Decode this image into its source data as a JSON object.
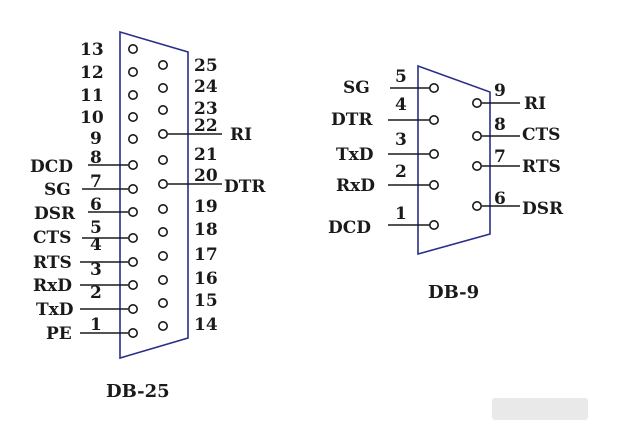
{
  "db25": {
    "caption": "DB-25",
    "top_row": [
      {
        "pin": "13",
        "signal": ""
      },
      {
        "pin": "12",
        "signal": ""
      },
      {
        "pin": "11",
        "signal": ""
      },
      {
        "pin": "10",
        "signal": ""
      },
      {
        "pin": "9",
        "signal": ""
      },
      {
        "pin": "8",
        "signal": "DCD"
      },
      {
        "pin": "7",
        "signal": "SG"
      },
      {
        "pin": "6",
        "signal": "DSR"
      },
      {
        "pin": "5",
        "signal": "CTS"
      },
      {
        "pin": "4",
        "signal": ""
      },
      {
        "pin": "3",
        "signal": "RTS"
      },
      {
        "pin": "2",
        "signal": "RxD"
      },
      {
        "pin": "1",
        "signal": "TxD"
      },
      {
        "pin": "",
        "signal": "PE"
      }
    ],
    "bottom_row": [
      {
        "pin": "25",
        "signal": ""
      },
      {
        "pin": "24",
        "signal": ""
      },
      {
        "pin": "23",
        "signal": ""
      },
      {
        "pin": "22",
        "signal": "RI"
      },
      {
        "pin": "21",
        "signal": ""
      },
      {
        "pin": "20",
        "signal": "DTR"
      },
      {
        "pin": "19",
        "signal": ""
      },
      {
        "pin": "18",
        "signal": ""
      },
      {
        "pin": "17",
        "signal": ""
      },
      {
        "pin": "16",
        "signal": ""
      },
      {
        "pin": "15",
        "signal": ""
      },
      {
        "pin": "14",
        "signal": ""
      }
    ]
  },
  "db9": {
    "caption": "DB-9",
    "top_row": [
      {
        "pin": "5",
        "signal": "SG"
      },
      {
        "pin": "4",
        "signal": "DTR"
      },
      {
        "pin": "3",
        "signal": "TxD"
      },
      {
        "pin": "2",
        "signal": "RxD"
      },
      {
        "pin": "1",
        "signal": "DCD"
      }
    ],
    "bottom_row": [
      {
        "pin": "9",
        "signal": "RI"
      },
      {
        "pin": "8",
        "signal": "CTS"
      },
      {
        "pin": "7",
        "signal": "RTS"
      },
      {
        "pin": "6",
        "signal": "DSR"
      }
    ]
  },
  "colors": {
    "shell": "#2a2f8a",
    "ink": "#1a1a1a",
    "background": "#ffffff"
  }
}
